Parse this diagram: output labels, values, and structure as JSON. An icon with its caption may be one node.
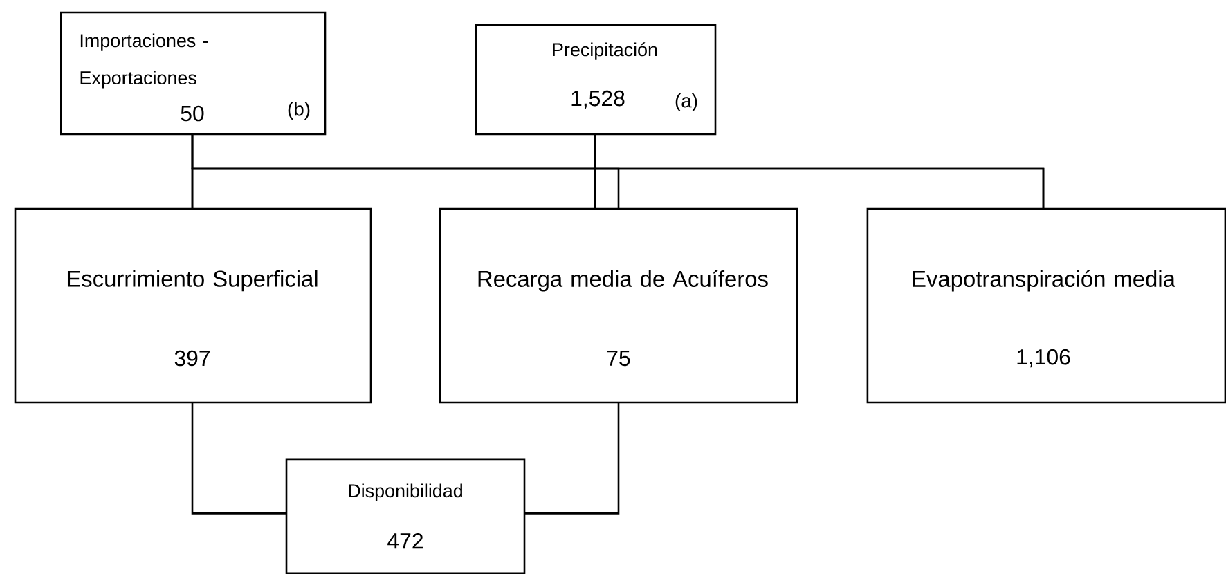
{
  "diagram": {
    "nodes": [
      {
        "text": [
          "Importaciones - Exportaciones",
          "50",
          "(b)"
        ]
      },
      {
        "text": [
          "Precipitación",
          "1,528",
          "(a)"
        ]
      },
      {
        "text": [
          "Escurrimiento Superficial",
          "397"
        ]
      },
      {
        "text": [
          "Recarga media de Acuíferos",
          "75"
        ]
      },
      {
        "text": [
          "Evapotranspiración media",
          "1,106"
        ]
      },
      {
        "text": [
          "Disponibilidad",
          "472"
        ]
      }
    ],
    "edges": [
      {
        "from": 0,
        "to": 2,
        "arrow": "none"
      },
      {
        "from": 0,
        "to": 3,
        "arrow": "none"
      },
      {
        "from": 0,
        "to": 4,
        "arrow": "none"
      },
      {
        "from": 1,
        "to": 2,
        "arrow": "none"
      },
      {
        "from": 1,
        "to": 3,
        "arrow": "none"
      },
      {
        "from": 1,
        "to": 4,
        "arrow": "none"
      },
      {
        "from": 2,
        "to": 5,
        "arrow": "none"
      },
      {
        "from": 3,
        "to": 5,
        "arrow": "none"
      }
    ]
  }
}
